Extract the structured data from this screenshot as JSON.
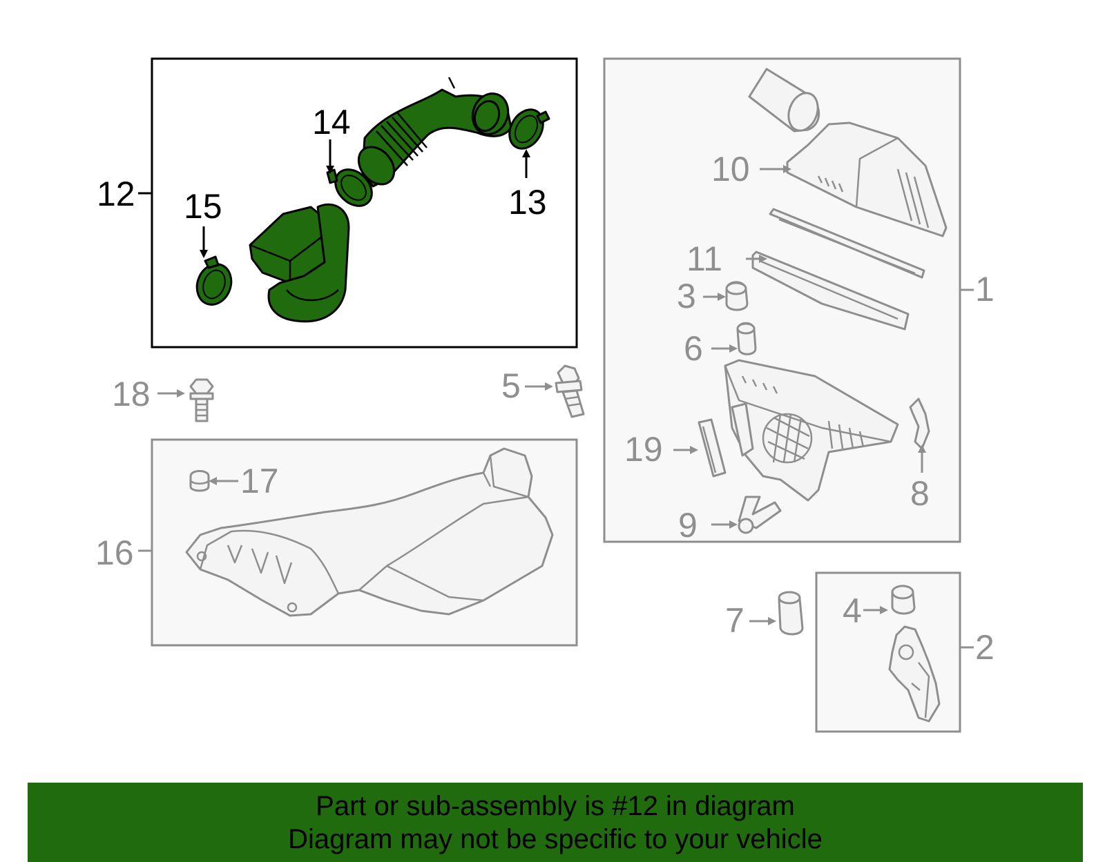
{
  "labels": {
    "p1": "1",
    "p2": "2",
    "p3": "3",
    "p4": "4",
    "p5": "5",
    "p6": "6",
    "p7": "7",
    "p8": "8",
    "p9": "9",
    "p10": "10",
    "p11": "11",
    "p12": "12",
    "p13": "13",
    "p14": "14",
    "p15": "15",
    "p16": "16",
    "p17": "17",
    "p18": "18",
    "p19": "19"
  },
  "highlighted_part": "12",
  "colors": {
    "highlight_green": "#1f6b0e",
    "part_grey": "#8e8e8e",
    "banner_green": "#1f6b0e"
  },
  "banner": {
    "line1": "Part or sub-assembly is #12 in diagram",
    "line2": "Diagram may not be specific to your vehicle"
  }
}
